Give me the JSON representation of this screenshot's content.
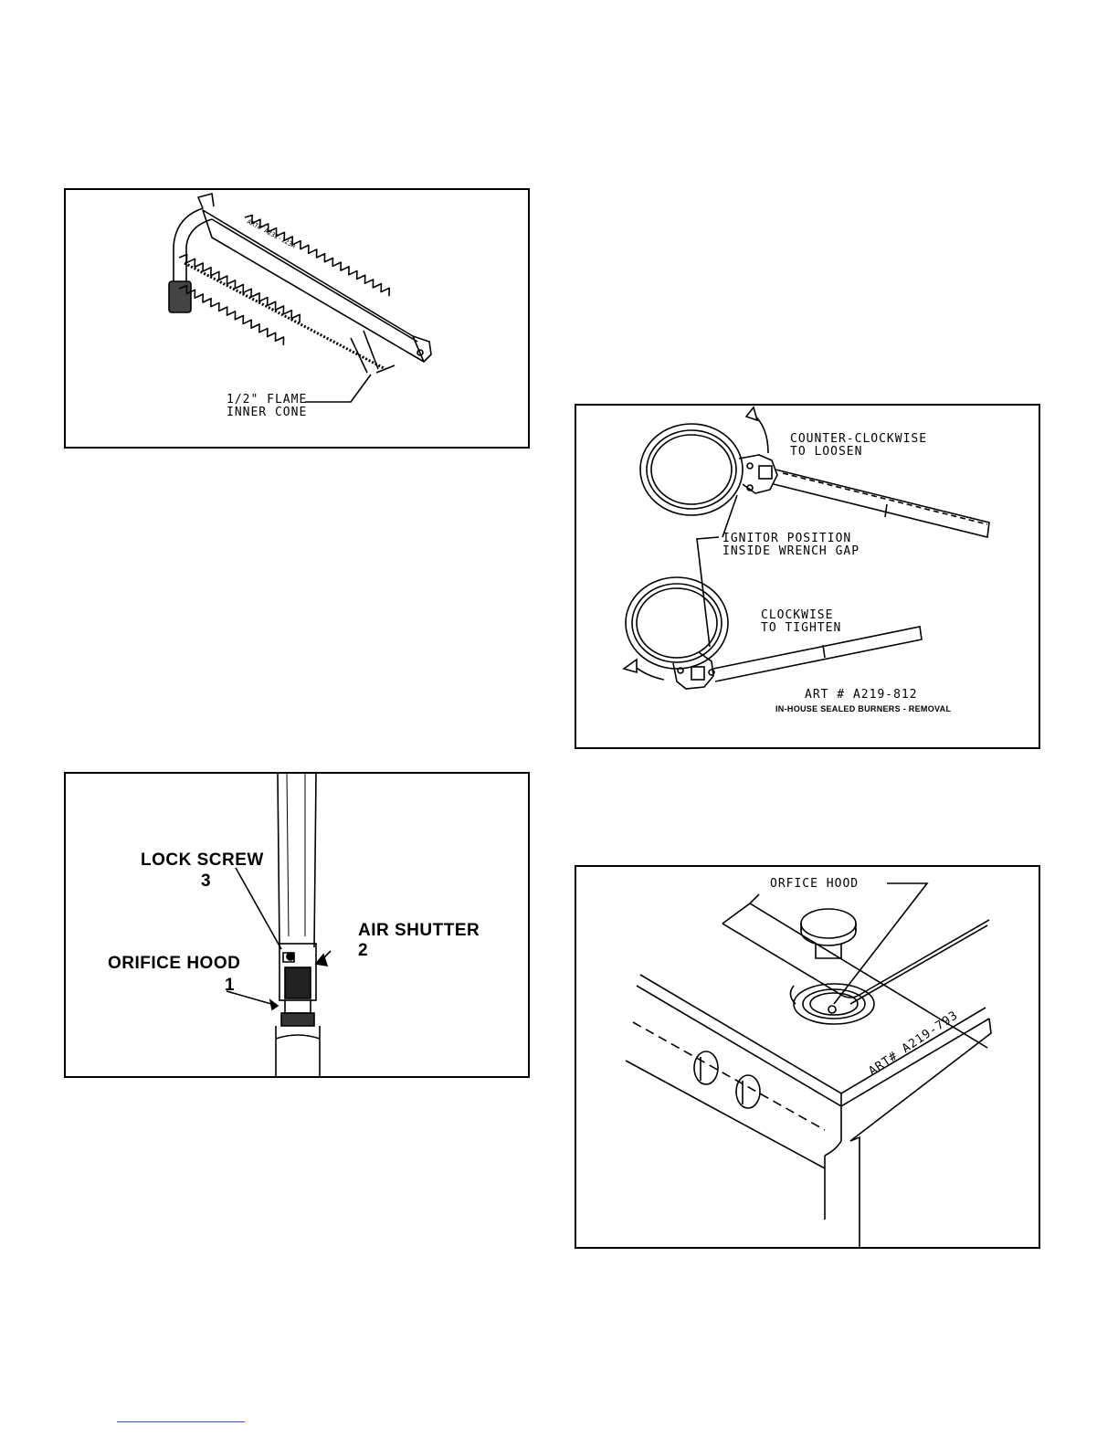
{
  "fig_burner_flame": {
    "art_id": "ART# A232-123A",
    "flame_label": [
      "1/2\" FLAME",
      "INNER CONE"
    ]
  },
  "fig_wrench": {
    "loosen": [
      "COUNTER-CLOCKWISE",
      "TO LOOSEN"
    ],
    "ignitor": [
      "IGNITOR POSITION",
      "INSIDE WRENCH GAP"
    ],
    "tighten": [
      "CLOCKWISE",
      "TO TIGHTEN"
    ],
    "art_id": "ART # A219-812",
    "caption": "IN-HOUSE SEALED BURNERS - REMOVAL"
  },
  "fig_orifice_hood": {
    "lock_screw": "LOCK SCREW",
    "lock_screw_num": "3",
    "air_shutter": "AIR SHUTTER",
    "air_shutter_num": "2",
    "orifice_hood": "ORIFICE HOOD",
    "orifice_hood_num": "1"
  },
  "fig_cooktop": {
    "orifice_hood": "ORFICE HOOD",
    "art_id": "ART# A219-793"
  }
}
